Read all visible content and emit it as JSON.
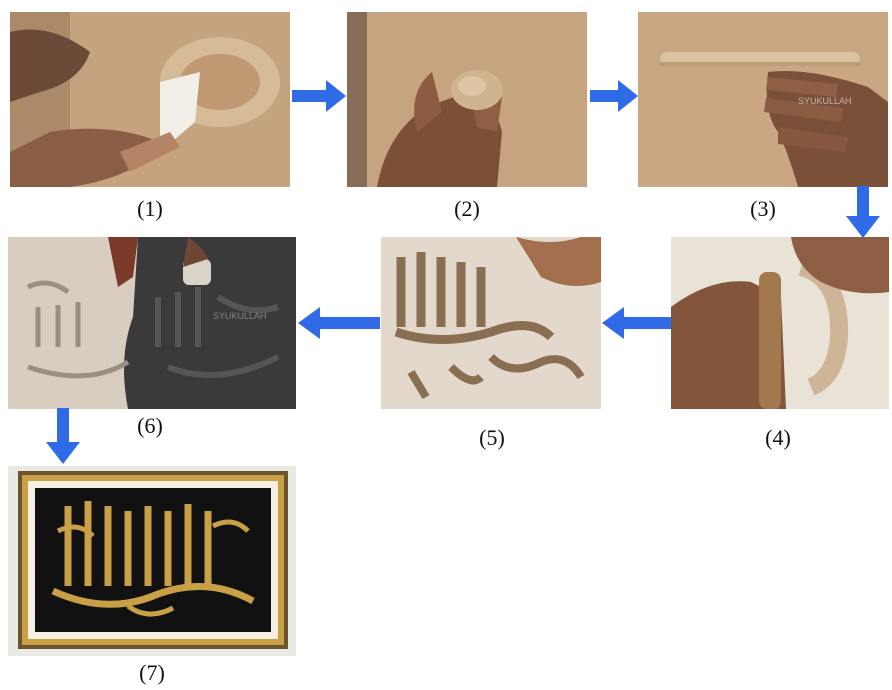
{
  "steps": [
    {
      "label": "(1)"
    },
    {
      "label": "(2)"
    },
    {
      "label": "(3)"
    },
    {
      "label": "(4)"
    },
    {
      "label": "(5)"
    },
    {
      "label": "(6)"
    },
    {
      "label": "(7)"
    }
  ],
  "watermark_3": "SYUKULLAH",
  "watermark_6": "SYUKULLAH",
  "colors": {
    "arrow": "#2f6be6",
    "sand": "#c9a27c",
    "frame_gold": "#c9a045",
    "panel_black": "#111111"
  }
}
